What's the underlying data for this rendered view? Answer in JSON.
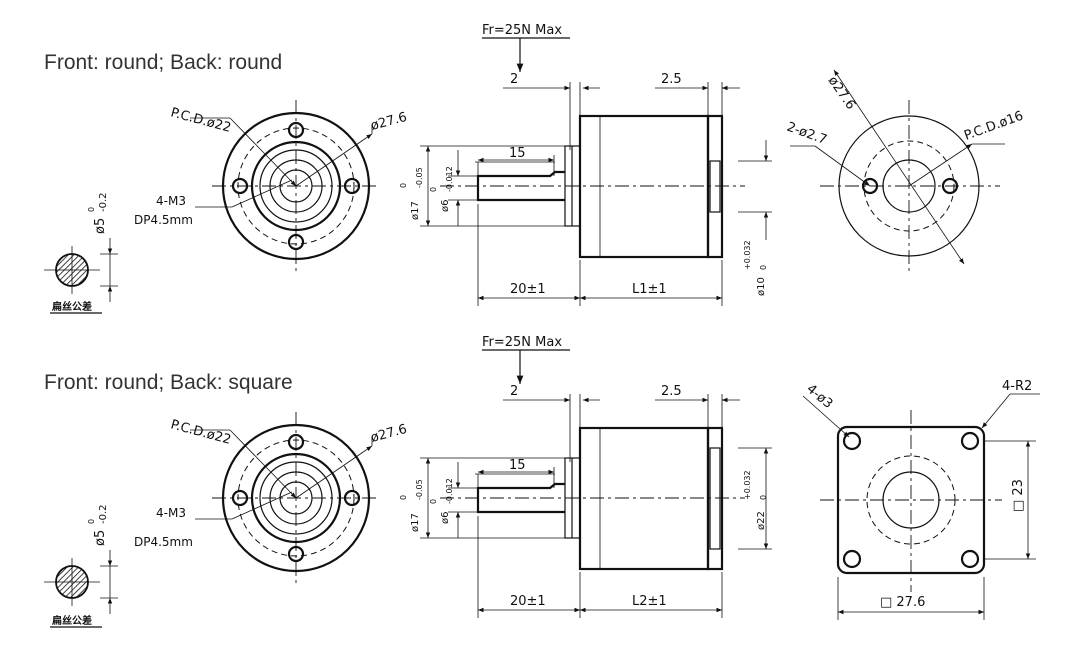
{
  "titles": {
    "top": "Front: round; Back: round",
    "bottom": "Front: round; Back: square"
  },
  "labels": {
    "fr": "Fr=25N Max",
    "pcd22": "P.C.D.ø22",
    "d276": "ø27.6",
    "m3": "4-M3",
    "dp": "DP4.5mm",
    "shaft_d": "ø5",
    "shaft_tol_up": "0",
    "shaft_tol_dn": "-0.2",
    "flat_tol": "扁丝公差",
    "dim_2": "2",
    "dim_25": "2.5",
    "dim_15": "15",
    "d17": "ø17",
    "d17_up": "0",
    "d17_dn": "-0.05",
    "d6": "ø6",
    "d6_up": "0",
    "d6_dn": "-0.012",
    "dim_20": "20±1",
    "L1": "L1±1",
    "L2": "L2±1",
    "d10": "ø10",
    "d10_up": "+0.032",
    "d10_dn": "0",
    "d22": "ø22",
    "d22_up": "+0.032",
    "d22_dn": "0",
    "rear_276": "ø27.6",
    "rear_2d27": "2-ø2.7",
    "rear_pcd16": "P.C.D.ø16",
    "sq_4d3": "4-ø3",
    "sq_4r2": "4-R2",
    "sq_23": "□ 23",
    "sq_276": "□ 27.6"
  }
}
